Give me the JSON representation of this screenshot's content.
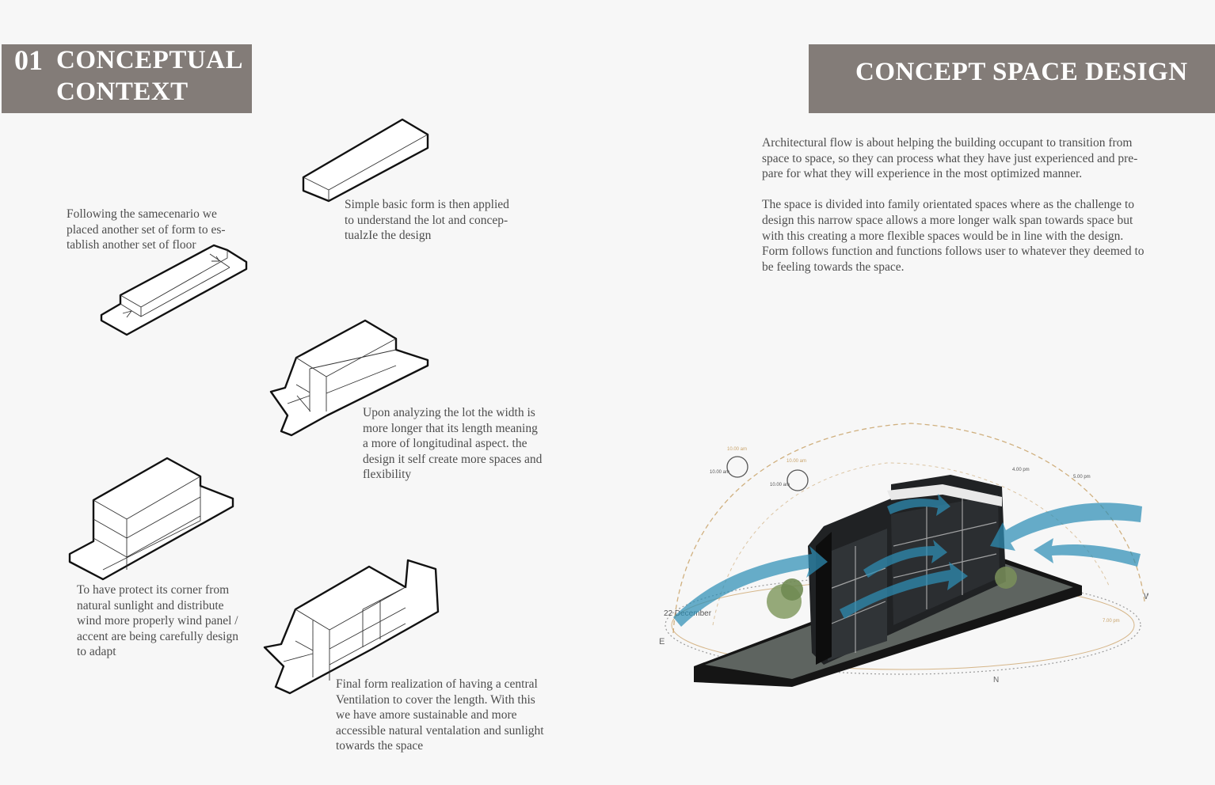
{
  "left_banner": {
    "number": "01",
    "line1": "CONCEPTUAL",
    "line2": "CONTEXT"
  },
  "right_banner": {
    "title": "CONCEPT SPACE DESIGN"
  },
  "captions": {
    "simple_form": [
      "Simple basic  form is then applied",
      "to understand the lot and  concep-",
      "tualzIe the design"
    ],
    "another_set": [
      "Following  the samecenario we",
      "placed another set of form to es-",
      "tablish  another set of floor"
    ],
    "analyzing": [
      "Upon analyzing the lot the width is",
      "more longer that its length meaning",
      "a more of  longitudinal aspect. the",
      "design it self create more spaces and",
      "flexibility"
    ],
    "protect_corner": [
      "To have protect its corner from",
      "natural sunlight and distribute",
      "wind more properly wind panel /",
      "accent are being carefully design",
      "to adapt"
    ],
    "final_form": [
      "Final form realization of having a central",
      "Ventilation to cover the length. With this",
      "we have amore sustainable and more",
      "accessible natural ventalation and sunlight",
      "towards the space"
    ]
  },
  "paragraphs": [
    [
      "Architectural flow is about helping the building occupant to transition from",
      "space to space, so they can process what they have just experienced and pre-",
      "pare for what they will experience in the most optimized manner."
    ],
    [
      "The space is divided into family orientated spaces where as the challenge to",
      "design this narrow space allows a more longer walk span towards space but",
      "with this creating a  more flexible spaces would be in line with the design.",
      "Form follows function and functions follows user to whatever they deemed to",
      "be feeling towards the space."
    ]
  ],
  "diagram_labels": {
    "time_a_top": "10.00 am",
    "time_a": "10.00 am",
    "time_b_top": "10.00 am",
    "time_b": "10.00 am",
    "time_c": "4.00 pm",
    "time_d": "5.00 pm",
    "time_e": "7.00 pm",
    "date": "22 December",
    "dir_e": "E",
    "dir_w": "W",
    "dir_n": "N"
  },
  "colors": {
    "banner": "#837c78",
    "wind": "#2e8fb6",
    "building": "#1c1d1f",
    "sun_path": "#c9a36a"
  }
}
